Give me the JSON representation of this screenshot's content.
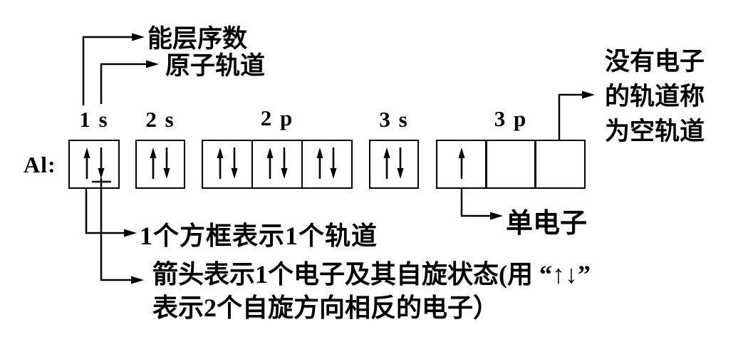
{
  "element_label": "Al:",
  "orbital_groups": [
    {
      "label": "1 s",
      "boxes": [
        [
          "up",
          "down"
        ]
      ]
    },
    {
      "label": "2 s",
      "boxes": [
        [
          "up",
          "down"
        ]
      ]
    },
    {
      "label": "2 p",
      "boxes": [
        [
          "up",
          "down"
        ],
        [
          "up",
          "down"
        ],
        [
          "up",
          "down"
        ]
      ]
    },
    {
      "label": "3 s",
      "boxes": [
        [
          "up",
          "down"
        ]
      ]
    },
    {
      "label": "3 p",
      "boxes": [
        [
          "up"
        ],
        [],
        []
      ]
    }
  ],
  "annotations": {
    "energy_level": "能层序数",
    "atomic_orbital": "原子轨道",
    "empty_orbital_line1": "没有电子",
    "empty_orbital_line2": "的轨道称",
    "empty_orbital_line3": "为空轨道",
    "single_electron": "单电子",
    "box_meaning": "1个方框表示1个轨道",
    "arrow_meaning_line1": "箭头表示1个电子及其自旋状态(用 “↑↓”",
    "arrow_meaning_line2": "表示2个自旋方向相反的电子）"
  },
  "colors": {
    "ink": "#000000",
    "background": "#ffffff"
  }
}
